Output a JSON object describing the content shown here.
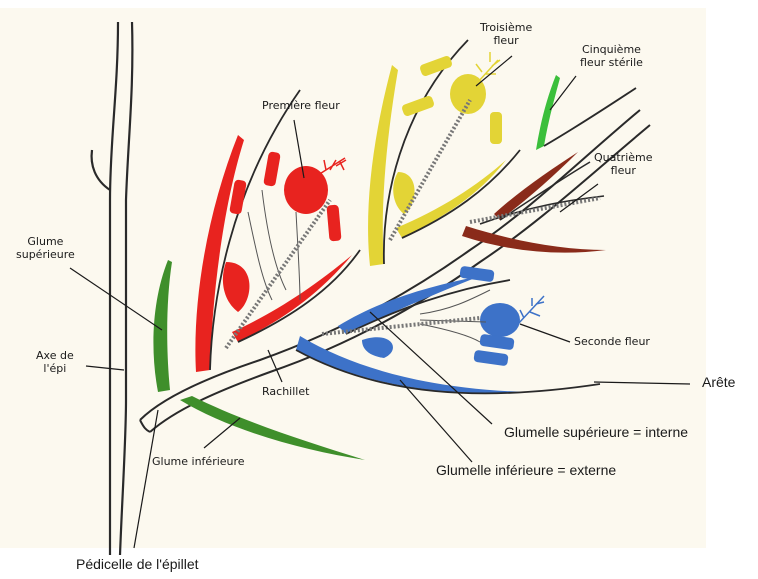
{
  "labels": {
    "premiere_fleur": "Première fleur",
    "troisieme_fleur": "Troisième\nfleur",
    "cinquieme_fleur": "Cinquième\nfleur stérile",
    "quatrieme_fleur": "Quatrième\nfleur",
    "seconde_fleur": "Seconde fleur",
    "glume_superieure": "Glume\nsupérieure",
    "axe_epi": "Axe de\nl'épi",
    "rachillet": "Rachillet",
    "glume_inferieure": "Glume inférieure",
    "arete": "Arête",
    "glumelle_superieure": "Glumelle supérieure  = interne",
    "glumelle_inferieure": "Glumelle inférieure  = externe",
    "pedicelle": "Pédicelle de l'épillet"
  },
  "colors": {
    "premiere_fleur": "#e8231f",
    "seconde_fleur": "#3d72c8",
    "troisieme_fleur": "#e3d436",
    "quatrieme_fleur": "#8a2b1a",
    "cinquieme_fleur": "#3bbf3b",
    "glumes": "#3f8f2b"
  }
}
